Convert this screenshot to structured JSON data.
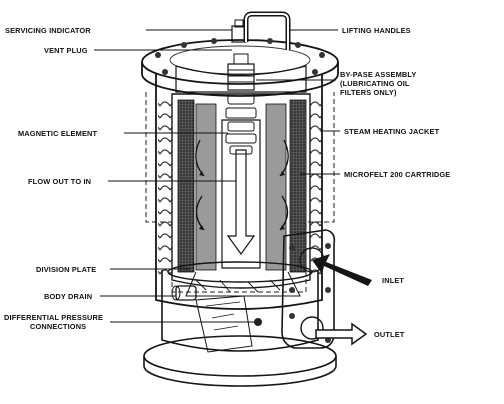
{
  "labels": {
    "servicing_indicator": "SERVICING INDICATOR",
    "vent_plug": "VENT PLUG",
    "magnetic_element": "MAGNETIC ELEMENT",
    "flow_out_to_in": "FLOW OUT TO IN",
    "division_plate": "DIVISION PLATE",
    "body_drain": "BODY DRAIN",
    "differential_pressure_1": "DIFFERENTIAL PRESSURE",
    "differential_pressure_2": "CONNECTIONS",
    "lifting_handles": "LIFTING HANDLES",
    "bypass_1": "BY-PASE ASSEMBLY",
    "bypass_2": "(LUBRICATING OIL",
    "bypass_3": "FILTERS ONLY)",
    "steam_heating_jacket": "STEAM HEATING JACKET",
    "microfelt_cartridge": "MICROFELT 200 CARTRIDGE",
    "inlet": "INLET",
    "outlet": "OUTLET"
  },
  "colors": {
    "ink": "#151515",
    "shade_dark": "#3a3a3a",
    "shade_mid": "#8a8a8a",
    "paper": "#ffffff"
  }
}
